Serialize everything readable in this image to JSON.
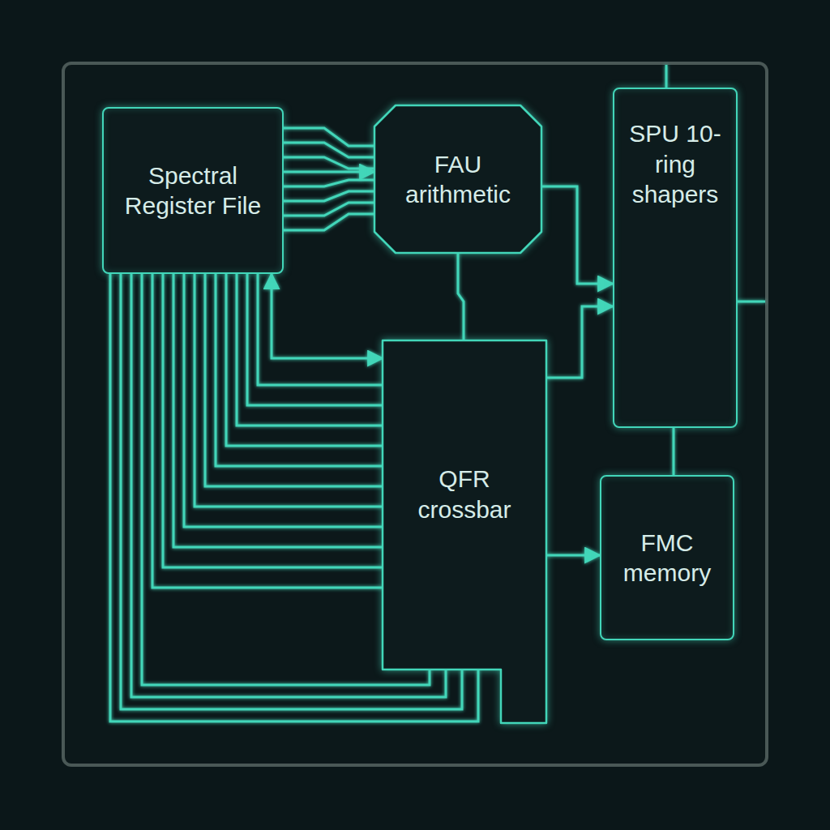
{
  "diagram": {
    "nodes": [
      {
        "text": [
          "Spectral Register File"
        ]
      },
      {
        "text": [
          "FAU arithmetic"
        ]
      },
      {
        "text": [
          "SPU 10-ring shapers"
        ]
      },
      {
        "text": [
          "QFR crossbar"
        ]
      },
      {
        "text": [
          "FMC memory"
        ]
      }
    ],
    "edges": [
      {
        "from": 0,
        "to": 1,
        "arrow": "to"
      },
      {
        "from": 0,
        "to": 3,
        "arrow": "both"
      },
      {
        "from": 1,
        "to": 3,
        "arrow": "none"
      },
      {
        "from": 1,
        "to": 2,
        "arrow": "to"
      },
      {
        "from": 3,
        "to": 2,
        "arrow": "to"
      },
      {
        "from": 2,
        "to": 4,
        "arrow": "none"
      },
      {
        "from": 3,
        "to": 4,
        "arrow": "to"
      }
    ]
  }
}
